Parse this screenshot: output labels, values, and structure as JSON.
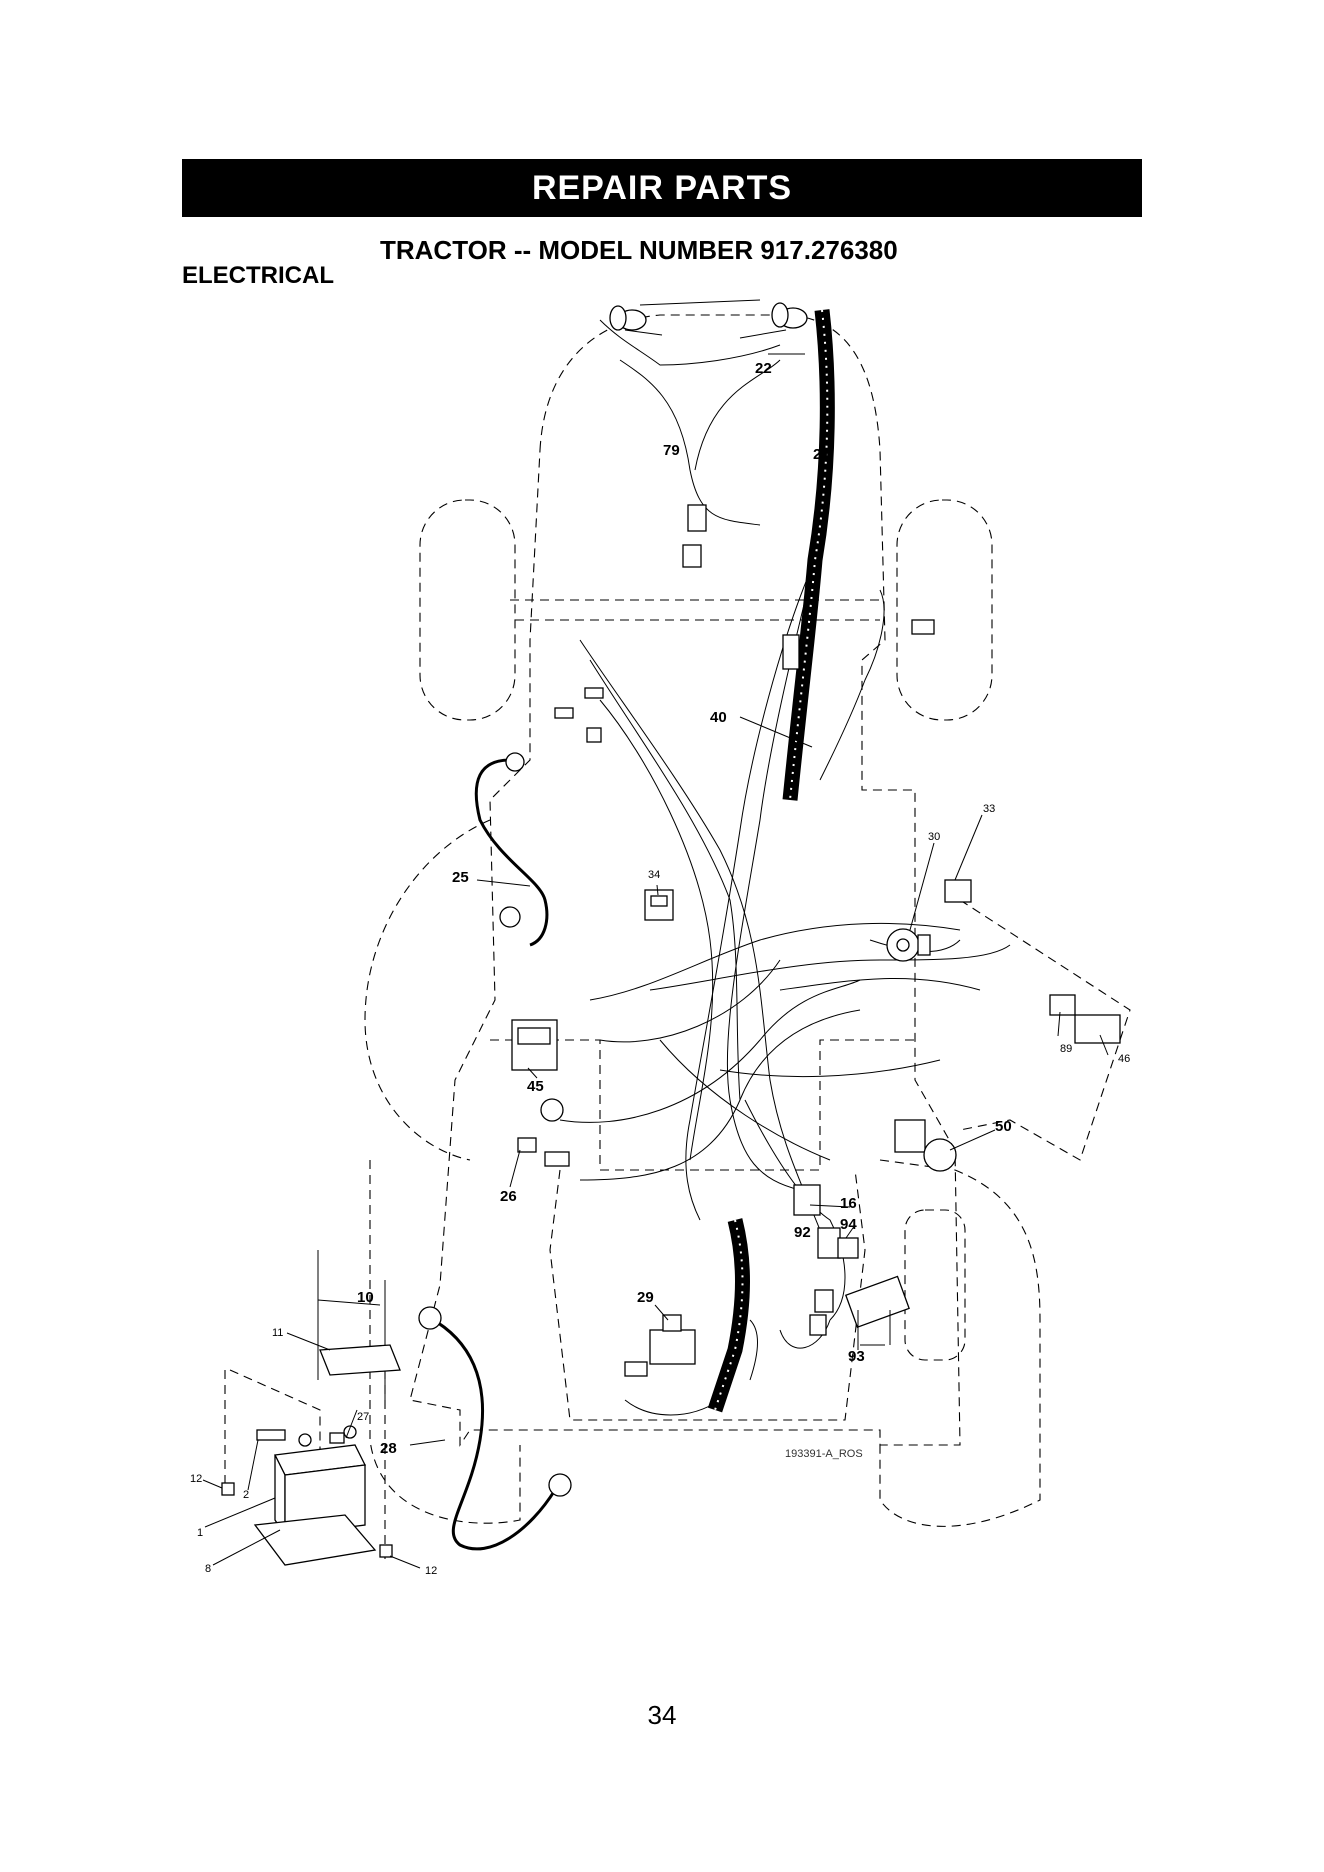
{
  "header": {
    "banner": "REPAIR PARTS",
    "model_title": "TRACTOR -- MODEL NUMBER 917.276380"
  },
  "section": {
    "label": "ELECTRICAL"
  },
  "diagram": {
    "drawing_number": "193391-A_ROS",
    "callouts": {
      "c22": "22",
      "c79": "79",
      "c21": "21",
      "c40": "40",
      "c33": "33",
      "c30": "30",
      "c25": "25",
      "c34": "34",
      "c89": "89",
      "c46": "46",
      "c45": "45",
      "c50": "50",
      "c26": "26",
      "c16": "16",
      "c92": "92",
      "c94": "94",
      "c10": "10",
      "c11": "11",
      "c29": "29",
      "c93": "93",
      "c27": "27",
      "c28": "28",
      "c12a": "12",
      "c2": "2",
      "c1": "1",
      "c8": "8",
      "c12b": "12"
    }
  },
  "footer": {
    "page_number": "34"
  }
}
